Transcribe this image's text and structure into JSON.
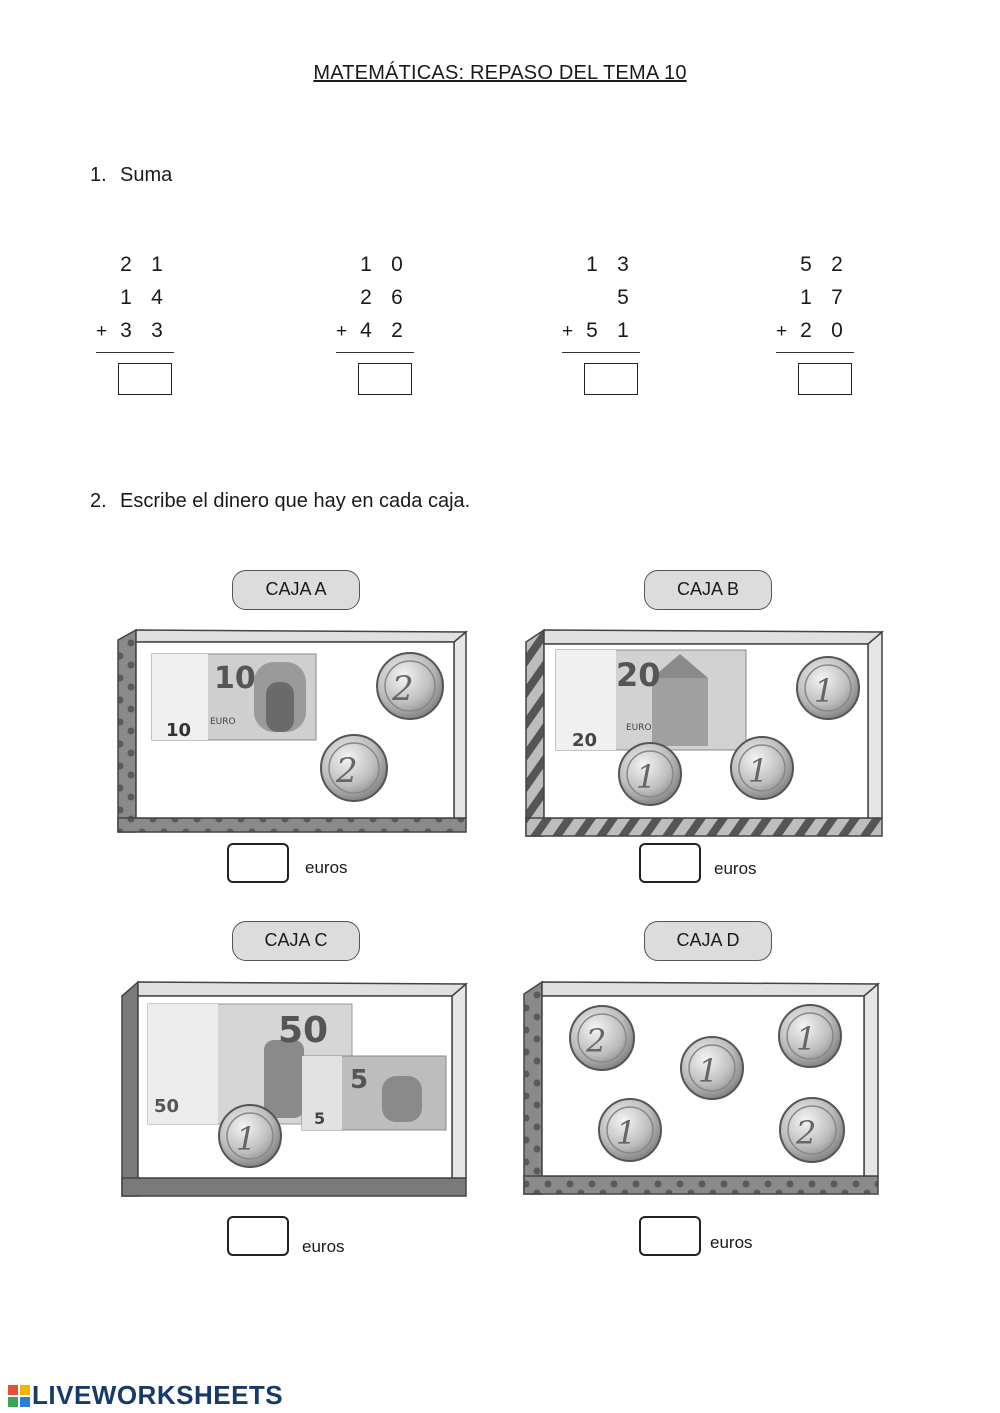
{
  "title": "MATEMÁTICAS: REPASO DEL TEMA 10",
  "q1": {
    "number": "1.",
    "text": "Suma"
  },
  "sums": [
    {
      "rows": [
        [
          "2",
          "1"
        ],
        [
          "1",
          "4"
        ],
        [
          "3",
          "3"
        ]
      ],
      "plus": "+"
    },
    {
      "rows": [
        [
          "1",
          "0"
        ],
        [
          "2",
          "6"
        ],
        [
          "4",
          "2"
        ]
      ],
      "plus": "+"
    },
    {
      "rows": [
        [
          "1",
          "3"
        ],
        [
          "",
          "5"
        ],
        [
          "5",
          "1"
        ]
      ],
      "plus": "+"
    },
    {
      "rows": [
        [
          "5",
          "2"
        ],
        [
          "1",
          "7"
        ],
        [
          "2",
          "0"
        ]
      ],
      "plus": "+"
    }
  ],
  "q2": {
    "number": "2.",
    "text": "Escribe el dinero que hay en cada caja."
  },
  "boxes": [
    {
      "label": "CAJA A",
      "unit": "euros",
      "bills": [
        "10"
      ],
      "coins": [
        "2",
        "2"
      ]
    },
    {
      "label": "CAJA B",
      "unit": "euros",
      "bills": [
        "20"
      ],
      "coins": [
        "1",
        "1",
        "1"
      ]
    },
    {
      "label": "CAJA C",
      "unit": "euros",
      "bills": [
        "50",
        "5"
      ],
      "coins": [
        "1"
      ]
    },
    {
      "label": "CAJA D",
      "unit": "euros",
      "bills": [],
      "coins": [
        "2",
        "1",
        "1",
        "1",
        "2"
      ]
    }
  ],
  "footer": {
    "brand": "LIVEWORKSHEETS"
  },
  "colors": {
    "brand": "#163a6b",
    "box_side": "#777777",
    "label_bg": "#dcdcdc"
  }
}
